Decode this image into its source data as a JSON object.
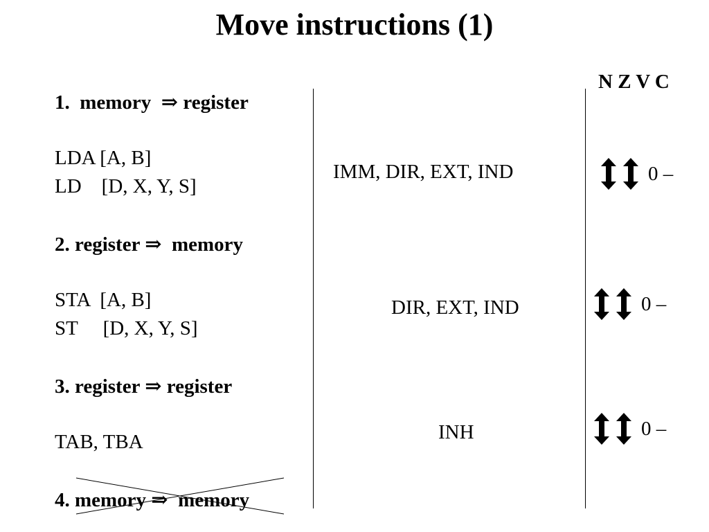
{
  "title": "Move instructions (1)",
  "flags_header": "N Z V C",
  "sections": [
    {
      "heading": "1.  memory  ⇒ register",
      "instructions": [
        "LDA [A, B]",
        "LD    [D, X, Y, S]"
      ],
      "modes": "IMM, DIR, EXT, IND",
      "flags_tail": "0 –"
    },
    {
      "heading": "2. register ⇒  memory",
      "instructions": [
        "STA  [A, B]",
        "ST     [D, X, Y, S]"
      ],
      "modes": "DIR, EXT, IND",
      "flags_tail": "0 –"
    },
    {
      "heading": "3. register ⇒ register",
      "instructions": [
        "TAB, TBA"
      ],
      "modes": "INH",
      "flags_tail": "0 –"
    },
    {
      "heading": "4. memory ⇒  memory",
      "crossed_out": true
    }
  ],
  "icons": {
    "flag_changed": "up-down-arrow-icon",
    "implies": "double-right-arrow-icon"
  }
}
